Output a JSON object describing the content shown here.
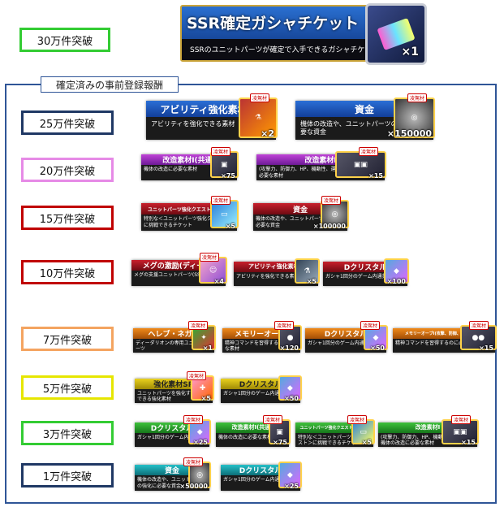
{
  "header": {
    "tier": "30万件突破",
    "ticket_title": "SSR確定ガシャチケット",
    "ticket_desc": "SSRのユニットパーツが確定で入手できるガシャチケット",
    "ticket_qty": "×1"
  },
  "section_label": "確定済みの事前登録報酬",
  "tiers": [
    {
      "label": "25万件突破",
      "items": [
        {
          "title": "アビリティ強化素材SR",
          "desc": "アビリティを強化できる素材",
          "qty": "×2",
          "icon": "ability-material-icon",
          "badge": "凌駕材"
        },
        {
          "title": "資金",
          "desc": "機体の改造や、ユニットパーツの強化に必要な資金",
          "qty": "×150000",
          "icon": "coin-icon",
          "badge": "凌駕材"
        }
      ]
    },
    {
      "label": "20万件突破",
      "items": [
        {
          "title": "改造素材Ⅰ(共通)",
          "desc": "機体の改造に必要な素材",
          "qty": "×75",
          "icon": "chip-icon",
          "badge": "凌駕材"
        },
        {
          "title": "改造素材Ⅰ",
          "desc": "(攻撃力、防御力、HP、機動性、運動性) 機体の改造に必要な素材",
          "qty": "×15",
          "icon": "chip-set-icon",
          "badge": "凌駕材"
        }
      ]
    },
    {
      "label": "15万件突破",
      "items": [
        {
          "title": "ユニットパーツ強化クエストチケット",
          "desc": "特別な＜ユニットパーツ強化クエスト＞に挑戦できるチケット",
          "qty": "×5",
          "icon": "ticket-icon",
          "badge": "凌駕材"
        },
        {
          "title": "資金",
          "desc": "機体の改造や、ユニットパーツの強化に必要な資金",
          "qty": "×100000",
          "icon": "coin-icon",
          "badge": "凌駕材"
        }
      ]
    },
    {
      "label": "10万件突破",
      "items": [
        {
          "title": "メグの激励(ディード)",
          "desc": "メグの支援ユニットパーツ(SSR)",
          "qty": "×4",
          "icon": "character-portrait-icon",
          "badge": "凌駕材"
        },
        {
          "title": "アビリティ強化素材R",
          "desc": "アビリティを強化できる素材",
          "qty": "×5",
          "icon": "ability-material-icon",
          "badge": ""
        },
        {
          "title": "Dクリスタル",
          "desc": "ガシャ1回分のゲーム内通貨",
          "qty": "×100",
          "icon": "crystal-icon",
          "badge": ""
        }
      ]
    },
    {
      "label": "7万件突破",
      "items": [
        {
          "title": "ヘレブ・ネガー",
          "desc": "ディーダリオンの専用ユニットパーツ",
          "qty": "×1",
          "icon": "unit-part-icon",
          "badge": "凌駕材"
        },
        {
          "title": "メモリーオーブⅠ",
          "desc": "精神コマンドを習得するのに必要な素材",
          "qty": "×120",
          "icon": "orb-icon",
          "badge": "凌駕材"
        },
        {
          "title": "Dクリスタル",
          "desc": "ガシャ1回分のゲーム内通貨",
          "qty": "×50",
          "icon": "crystal-icon",
          "badge": "凌駕材"
        },
        {
          "title": "メモリーオーブⅠ(攻撃、防御、補助、妨害)",
          "desc": "精神コマンドを習得するのに必要な素材",
          "qty": "×15",
          "icon": "orb-set-icon",
          "badge": "凌駕材"
        }
      ]
    },
    {
      "label": "5万件突破",
      "items": [
        {
          "title": "強化素材SR",
          "desc": "ユニットパーツを強化することができる強化素材",
          "qty": "×5",
          "icon": "enhance-material-icon",
          "badge": "凌駕材"
        },
        {
          "title": "Dクリスタル",
          "desc": "ガシャ1回分のゲーム内通貨",
          "qty": "×50",
          "icon": "crystal-icon",
          "badge": ""
        }
      ]
    },
    {
      "label": "3万件突破",
      "items": [
        {
          "title": "Dクリスタル",
          "desc": "ガシャ1回分のゲーム内通貨",
          "qty": "×25",
          "icon": "crystal-icon",
          "badge": "凌駕材"
        },
        {
          "title": "改造素材Ⅰ(共通)",
          "desc": "機体の改造に必要な素材",
          "qty": "×75",
          "icon": "chip-icon",
          "badge": "凌駕材"
        },
        {
          "title": "ユニットパーツ強化クエストチケット",
          "desc": "特別な＜ユニットパーツ強化クエスト＞に挑戦できるチケット",
          "qty": "×5",
          "icon": "ticket-icon",
          "badge": "凌駕材"
        },
        {
          "title": "改造素材Ⅰ",
          "desc": "(攻撃力、防御力、HP、機動性、運動性) 機体の改造に必要な素材",
          "qty": "×15",
          "icon": "chip-set-icon",
          "badge": "凌駕材"
        }
      ]
    },
    {
      "label": "1万件突破",
      "items": [
        {
          "title": "資金",
          "desc": "機体の改造や、ユニットパーツの強化に必要な資金",
          "qty": "×50000",
          "icon": "coin-icon",
          "badge": "凌駕材"
        },
        {
          "title": "Dクリスタル",
          "desc": "ガシャ1回分のゲーム内通貨",
          "qty": "×25",
          "icon": "crystal-icon",
          "badge": ""
        }
      ]
    }
  ],
  "colors": {
    "tier_30": "#33cc33",
    "frame": "#2f5597"
  }
}
